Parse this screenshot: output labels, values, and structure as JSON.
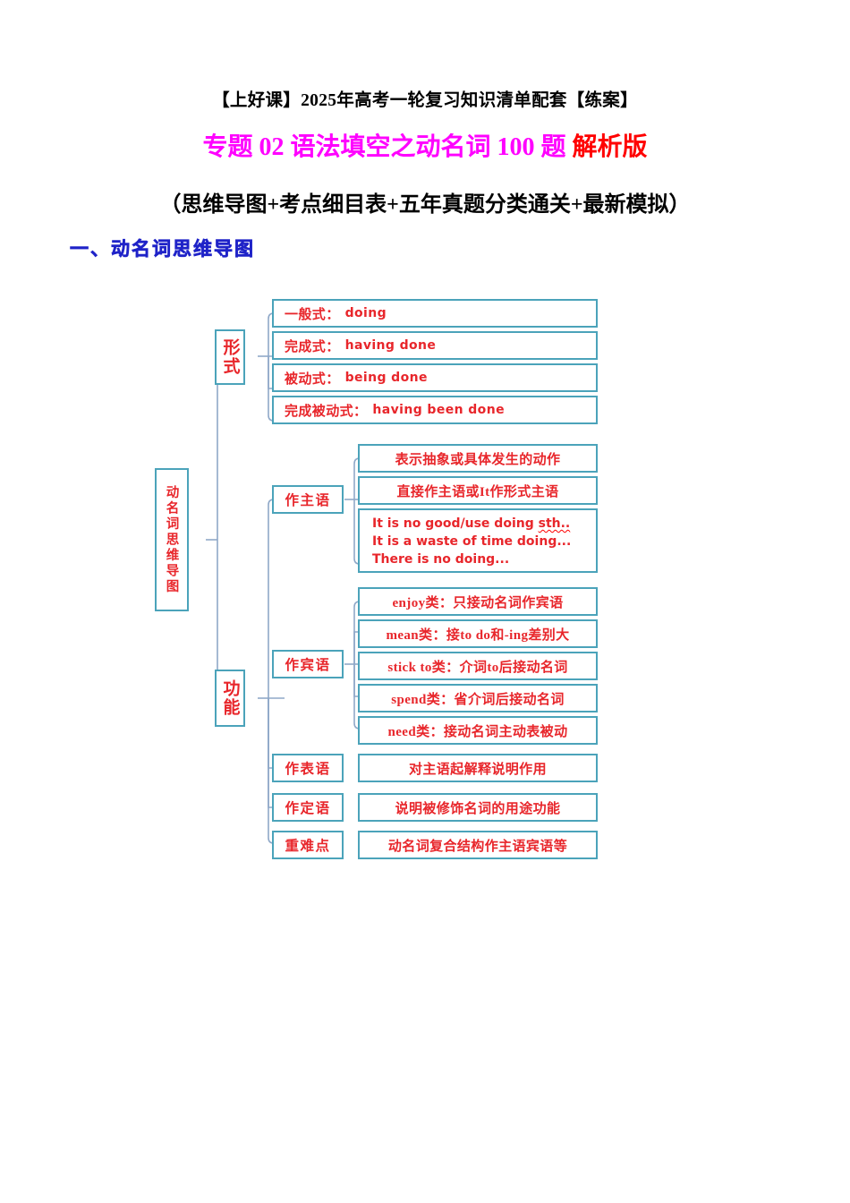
{
  "header": {
    "line1": "【上好课】2025年高考一轮复习知识清单配套【练案】",
    "title_main": "专题 02 语法填空之动名词 100 题",
    "title_suffix": "解析版",
    "subtitle": "（思维导图+考点细目表+五年真题分类通关+最新模拟）",
    "colors": {
      "title_main": "#ff00ff",
      "title_suffix": "#ff0000",
      "section_heading": "#1f23c8"
    }
  },
  "section": {
    "heading": "一、动名词思维导图"
  },
  "mindmap": {
    "colors": {
      "node_border": "#4ba3ba",
      "node_text": "#e8262b",
      "connector": "#8fa8c8"
    },
    "root": {
      "label": "动名词思维导图"
    },
    "branches": [
      {
        "label": "形式",
        "children": [
          {
            "label": "一般式：",
            "value": "doing"
          },
          {
            "label": "完成式：",
            "value": "having done"
          },
          {
            "label": "被动式：",
            "value": "being done"
          },
          {
            "label": "完成被动式：",
            "value": "having been done"
          }
        ]
      },
      {
        "label": "功能",
        "groups": [
          {
            "label": "作主语",
            "items": [
              {
                "text": "表示抽象或具体发生的动作"
              },
              {
                "text": "直接作主语或It作形式主语"
              },
              {
                "lines": [
                  "It is no good/use doing sth..",
                  "It is a waste of time doing...",
                  "There is no doing..."
                ]
              }
            ]
          },
          {
            "label": "作宾语",
            "items": [
              {
                "text": "enjoy类：只接动名词作宾语"
              },
              {
                "text": "mean类：接to do和-ing差别大"
              },
              {
                "text": "stick to类：介词to后接动名词"
              },
              {
                "text": "spend类：省介词后接动名词"
              },
              {
                "text": "need类：接动名词主动表被动"
              }
            ]
          },
          {
            "label": "作表语",
            "items": [
              {
                "text": "对主语起解释说明作用"
              }
            ]
          },
          {
            "label": "作定语",
            "items": [
              {
                "text": "说明被修饰名词的用途功能"
              }
            ]
          },
          {
            "label": "重难点",
            "items": [
              {
                "text": "动名词复合结构作主语宾语等"
              }
            ]
          }
        ]
      }
    ]
  }
}
